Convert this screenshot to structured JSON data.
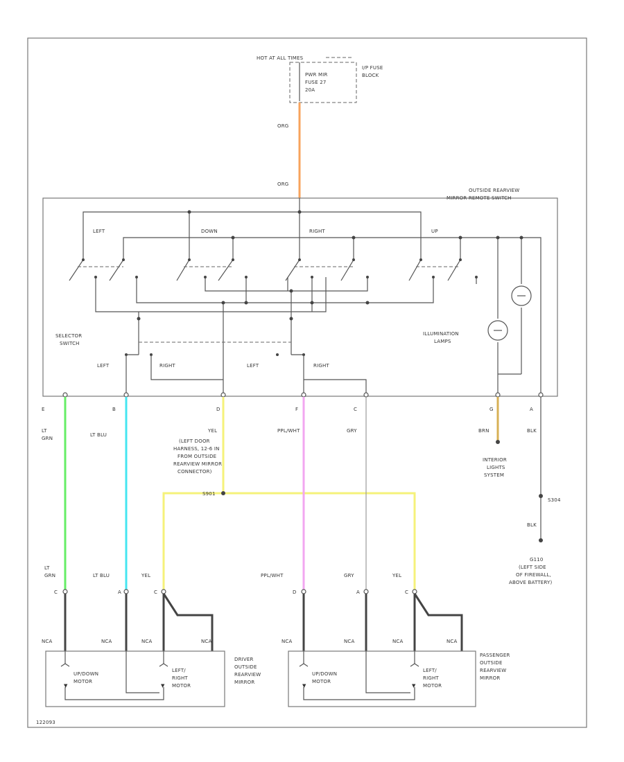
{
  "power": {
    "hot": "HOT AT ALL TIMES",
    "fuse": [
      "PWR MIR",
      "FUSE 27",
      "20A"
    ],
    "block": [
      "I/P FUSE",
      "BLOCK"
    ]
  },
  "wire_top": {
    "upper": "ORG",
    "lower": "ORG"
  },
  "switch_title": [
    "OUTSIDE REARVIEW",
    "MIRROR REMOTE SWITCH"
  ],
  "directions": {
    "left": "LEFT",
    "down": "DOWN",
    "right": "RIGHT",
    "up": "UP"
  },
  "selector": {
    "label": [
      "SELECTOR",
      "SWITCH"
    ],
    "left1": "LEFT",
    "right1": "RIGHT",
    "left2": "LEFT",
    "right2": "RIGHT"
  },
  "illum": [
    "ILLUMINATION",
    "LAMPS"
  ],
  "pins": [
    "E",
    "B",
    "D",
    "F",
    "C",
    "G",
    "A"
  ],
  "wires": {
    "ltgrn": [
      "LT",
      "GRN"
    ],
    "ltblu": "LT BLU",
    "yel": "YEL",
    "ppl": "PPL/WHT",
    "gry": "GRY",
    "brn": "BRN",
    "blk": "BLK"
  },
  "yel_note": [
    "(LEFT DOOR",
    "HARNESS, 12-6 IN",
    "FROM OUTSIDE",
    "REARVIEW MIRROR",
    "CONNECTOR)"
  ],
  "splice": "S901",
  "interior": [
    "INTERIOR",
    "LIGHTS",
    "SYSTEM"
  ],
  "ground": {
    "splice": "S304",
    "wire": "BLK",
    "label": [
      "G110",
      "(LEFT SIDE",
      "OF FIREWALL,",
      "ABOVE BATTERY)"
    ]
  },
  "lower_left": {
    "ltgrn": [
      "LT",
      "GRN"
    ],
    "ltblu": "LT BLU",
    "yel": "YEL",
    "pins": [
      "C",
      "A",
      "C"
    ]
  },
  "lower_right": {
    "ppl": "PPL/WHT",
    "gry": "GRY",
    "yel": "YEL",
    "pins": [
      "D",
      "A",
      "C"
    ]
  },
  "nca": "NCA",
  "driver": {
    "motor1": [
      "UP/DOWN",
      "MOTOR"
    ],
    "motor2": [
      "LEFT/",
      "RIGHT",
      "MOTOR"
    ],
    "label": [
      "DRIVER",
      "OUTSIDE",
      "REARVIEW",
      "MIRROR"
    ]
  },
  "passenger": {
    "motor1": [
      "UP/DOWN",
      "MOTOR"
    ],
    "motor2": [
      "LEFT/",
      "RIGHT",
      "MOTOR"
    ],
    "label": [
      "PASSENGER",
      "OUTSIDE",
      "REARVIEW",
      "MIRROR"
    ]
  },
  "figure_id": "122093",
  "colors": {
    "org": "#f7a35c",
    "ltgrn": "#66ee66",
    "ltblu": "#44e6f0",
    "yel": "#f5f27a",
    "ppl": "#f2a6f0",
    "brn": "#d7b055"
  }
}
